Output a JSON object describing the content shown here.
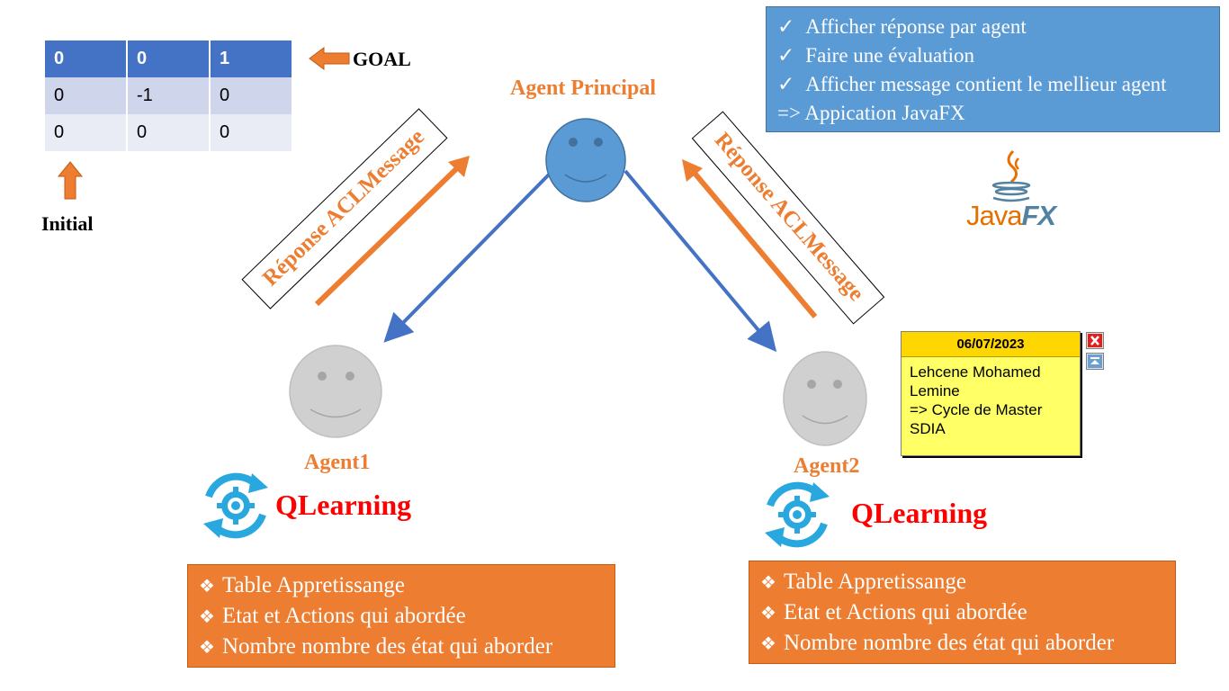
{
  "grid": {
    "header": [
      "0",
      "0",
      "1"
    ],
    "rows": [
      [
        "0",
        "-1",
        "0"
      ],
      [
        "0",
        "0",
        "0"
      ]
    ]
  },
  "labels": {
    "goal": "GOAL",
    "initial": "Initial",
    "agent_principal": "Agent Principal",
    "agent1": "Agent1",
    "agent2": "Agent2",
    "qlearning1": "QLearning",
    "qlearning2": "QLearning",
    "message_left": "Réponse ACLMessage",
    "message_right": "Réponse ACLMessage"
  },
  "info_box": {
    "check_glyph": "✓",
    "items": [
      "Afficher réponse par agent",
      "Faire une évaluation",
      "Afficher message contient le mellieur agent"
    ],
    "conclusion": "=> Appication JavaFX"
  },
  "javafx_logo": {
    "java": "Java",
    "fx": "FX"
  },
  "sticky_note": {
    "date": "06/07/2023",
    "lines": [
      "Lehcene Mohamed",
      "Lemine",
      "=> Cycle de Master",
      "SDIA"
    ]
  },
  "agent1_box": {
    "bullet": "❖",
    "items": [
      "Table Appretissange",
      "Etat et Actions qui abordée",
      "Nombre nombre des état qui aborder"
    ]
  },
  "agent2_box": {
    "bullet": "❖",
    "items": [
      "Table Appretissange",
      "Etat et Actions qui abordée",
      "Nombre nombre des état qui aborder"
    ]
  },
  "colors": {
    "orange": "#ed7d31",
    "blue": "#4472c4",
    "red": "#ff0000",
    "face_blue": "#5b9bd5",
    "face_gray": "#d0d0d0",
    "icon_cyan": "#29a8e0"
  }
}
